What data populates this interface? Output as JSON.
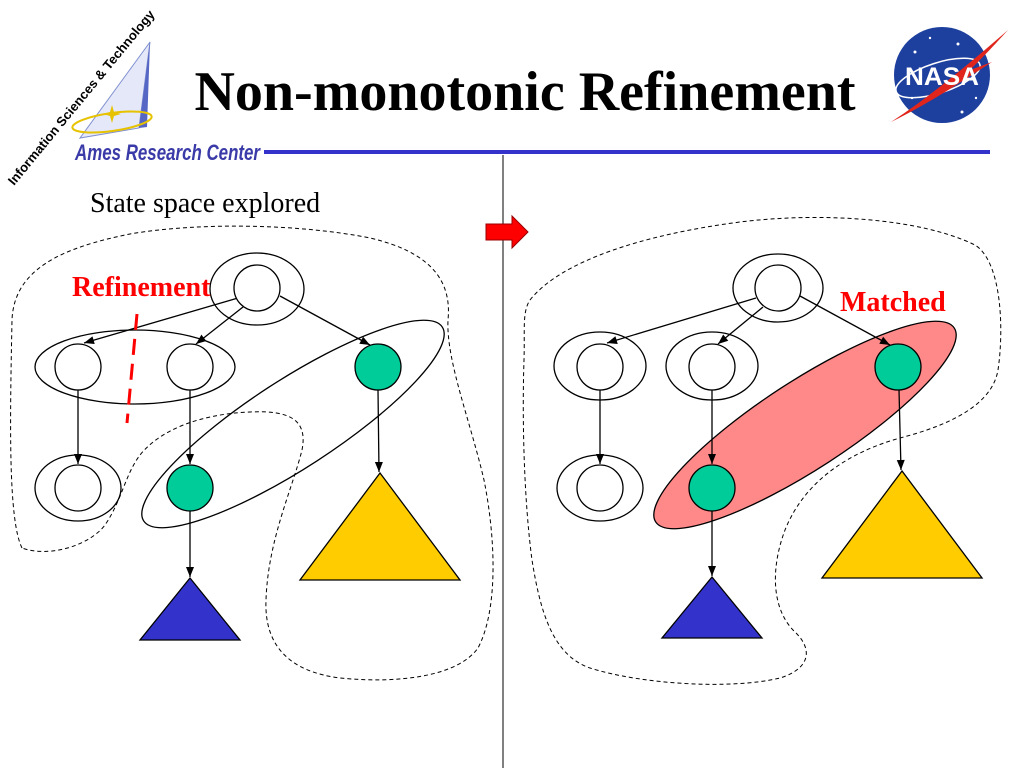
{
  "header": {
    "ames_logo": {
      "arc_text": "Information Sciences & Technology",
      "center_name": "Ames Research Center",
      "icon": "ames-swoosh-icon",
      "name_color": "#3a3aa8"
    },
    "title": "Non-monotonic Refinement",
    "nasa_logo": {
      "wordmark": "NASA",
      "icon": "nasa-meatball-icon",
      "disc_color": "#1d3f9e",
      "vector_color": "#e0261c"
    },
    "rule_color": "#3333cc"
  },
  "caption": "State space explored",
  "transition_arrow": {
    "icon": "right-arrow-icon",
    "color": "#ff0000"
  },
  "left_diagram": {
    "annotation": "Refinement",
    "annotation_color": "#ff0000"
  },
  "right_diagram": {
    "annotation": "Matched",
    "annotation_color": "#ff0000",
    "match_highlight_color": "#ff8888"
  },
  "colors": {
    "matched_node": "#00cc99",
    "small_subtree": "#3333cc",
    "large_subtree": "#ffcc00"
  }
}
